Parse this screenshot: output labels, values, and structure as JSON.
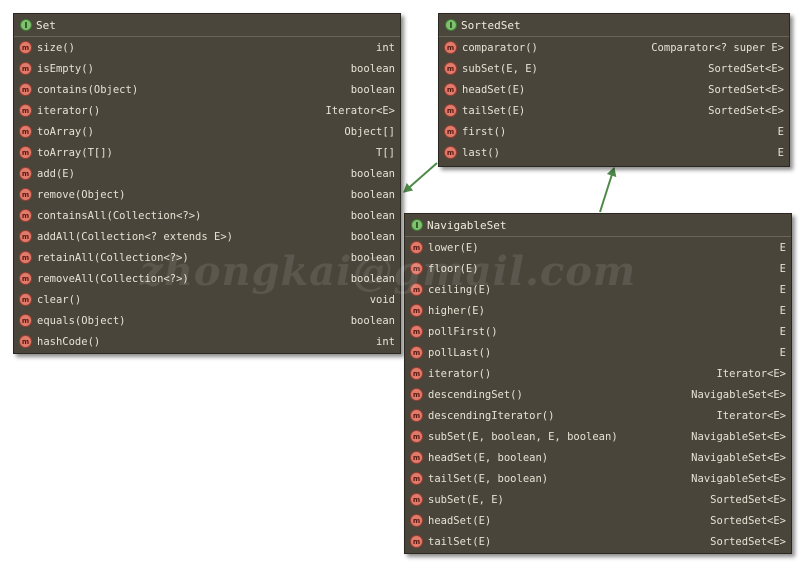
{
  "watermark": "zhongkai@gmail.com",
  "interfaces": {
    "set": {
      "badge": "I",
      "name": "Set",
      "methods": [
        {
          "badge": "m",
          "name": "size()",
          "type": "int"
        },
        {
          "badge": "m",
          "name": "isEmpty()",
          "type": "boolean"
        },
        {
          "badge": "m",
          "name": "contains(Object)",
          "type": "boolean"
        },
        {
          "badge": "m",
          "name": "iterator()",
          "type": "Iterator<E>"
        },
        {
          "badge": "m",
          "name": "toArray()",
          "type": "Object[]"
        },
        {
          "badge": "m",
          "name": "toArray(T[])",
          "type": "T[]"
        },
        {
          "badge": "m",
          "name": "add(E)",
          "type": "boolean"
        },
        {
          "badge": "m",
          "name": "remove(Object)",
          "type": "boolean"
        },
        {
          "badge": "m",
          "name": "containsAll(Collection<?>)",
          "type": "boolean"
        },
        {
          "badge": "m",
          "name": "addAll(Collection<? extends E>)",
          "type": "boolean"
        },
        {
          "badge": "m",
          "name": "retainAll(Collection<?>)",
          "type": "boolean"
        },
        {
          "badge": "m",
          "name": "removeAll(Collection<?>)",
          "type": "boolean"
        },
        {
          "badge": "m",
          "name": "clear()",
          "type": "void"
        },
        {
          "badge": "m",
          "name": "equals(Object)",
          "type": "boolean"
        },
        {
          "badge": "m",
          "name": "hashCode()",
          "type": "int"
        }
      ]
    },
    "sortedset": {
      "badge": "I",
      "name": "SortedSet",
      "methods": [
        {
          "badge": "m",
          "name": "comparator()",
          "type": "Comparator<? super E>"
        },
        {
          "badge": "m",
          "name": "subSet(E, E)",
          "type": "SortedSet<E>"
        },
        {
          "badge": "m",
          "name": "headSet(E)",
          "type": "SortedSet<E>"
        },
        {
          "badge": "m",
          "name": "tailSet(E)",
          "type": "SortedSet<E>"
        },
        {
          "badge": "m",
          "name": "first()",
          "type": "E"
        },
        {
          "badge": "m",
          "name": "last()",
          "type": "E"
        }
      ]
    },
    "navigableset": {
      "badge": "I",
      "name": "NavigableSet",
      "methods": [
        {
          "badge": "m",
          "name": "lower(E)",
          "type": "E"
        },
        {
          "badge": "m",
          "name": "floor(E)",
          "type": "E"
        },
        {
          "badge": "m",
          "name": "ceiling(E)",
          "type": "E"
        },
        {
          "badge": "m",
          "name": "higher(E)",
          "type": "E"
        },
        {
          "badge": "m",
          "name": "pollFirst()",
          "type": "E"
        },
        {
          "badge": "m",
          "name": "pollLast()",
          "type": "E"
        },
        {
          "badge": "m",
          "name": "iterator()",
          "type": "Iterator<E>"
        },
        {
          "badge": "m",
          "name": "descendingSet()",
          "type": "NavigableSet<E>"
        },
        {
          "badge": "m",
          "name": "descendingIterator()",
          "type": "Iterator<E>"
        },
        {
          "badge": "m",
          "name": "subSet(E, boolean, E, boolean)",
          "type": "NavigableSet<E>"
        },
        {
          "badge": "m",
          "name": "headSet(E, boolean)",
          "type": "NavigableSet<E>"
        },
        {
          "badge": "m",
          "name": "tailSet(E, boolean)",
          "type": "NavigableSet<E>"
        },
        {
          "badge": "m",
          "name": "subSet(E, E)",
          "type": "SortedSet<E>"
        },
        {
          "badge": "m",
          "name": "headSet(E)",
          "type": "SortedSet<E>"
        },
        {
          "badge": "m",
          "name": "tailSet(E)",
          "type": "SortedSet<E>"
        }
      ]
    }
  },
  "colors": {
    "box_background": "#49453a",
    "interface_badge": "#7fc16f",
    "method_badge": "#e07a6a",
    "arrow": "#4f8a4a"
  }
}
